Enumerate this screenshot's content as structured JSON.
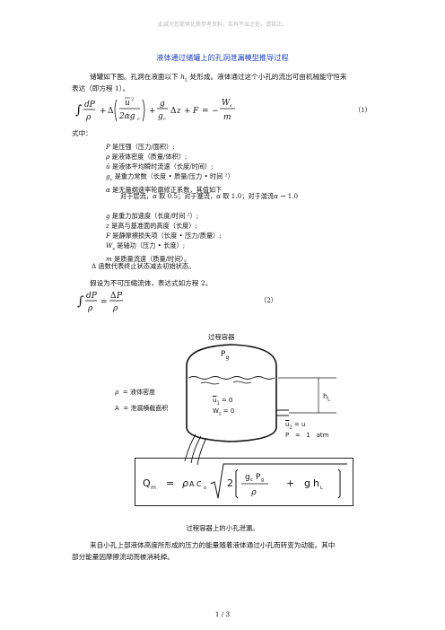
{
  "watermark": "此减为您提供优质参考资料，若有不当之处，请指正。",
  "title": "液体通过储罐上的孔洞泄漏模型推导过程",
  "intro": {
    "line1_a": "储罐如下图。孔洞在液面以下 ",
    "line1_hl": "h",
    "line1_sub": "L",
    "line1_b": " 处形成。液体通过这个小孔的流出可由机械能守恒来",
    "line2": "表达（即方程 1）。"
  },
  "eq1": {
    "number": "（1）"
  },
  "where_label": "式中：",
  "definitions": [
    {
      "sym": "P",
      "text": "是压强（压力/面积）;"
    },
    {
      "sym": "ρ",
      "text": "是液体密度（质量/体积）;"
    },
    {
      "sym": "ū",
      "text": "是液体平均瞬时流速（长度/时间）;"
    },
    {
      "sym": "g",
      "sub": "c",
      "text": "是重力常数（长度 • 质量/压力 • 时间 ²）"
    },
    {
      "sym": "α",
      "text": "是无量纲速率轮廓修正系数，其值如下"
    }
  ],
  "alpha_line": {
    "a": "对于层流，",
    "b": " 取 0.5；对于塞流，",
    "c": " 取 1.0；对于湍流",
    "d": " → 1.0"
  },
  "definitions2": [
    {
      "sym": "g",
      "text": "是重力加速度（长度/时间 ²）;"
    },
    {
      "sym": "z",
      "text": "是高与基准面的高度（长度）;"
    },
    {
      "sym": "F",
      "text": "是静摩擦损失项（长度 • 压力/质量）;"
    },
    {
      "sym": "W",
      "sub": "s",
      "text": "是轴功（压力 • 长度）;"
    },
    {
      "sym": "m",
      "text": "是质量流速（质量/时间）。"
    }
  ],
  "delta_line": "函数代表终止状态减去初始状态。",
  "assume": "假设为不可压缩流体，表达式如方程 2。",
  "eq2": {
    "number": "（2）"
  },
  "diagram": {
    "title": "过程容器",
    "legend_rho": "=  液体密度",
    "legend_A": "=  泄漏横截面积",
    "label_pg": "P",
    "label_pg_sub": "g",
    "label_u1": "u",
    "label_u1_sub": "1",
    "label_u1_val": "=  0",
    "label_ws": "W",
    "label_ws_sub": "s",
    "label_ws_val": "=  0",
    "label_hl": "h",
    "label_hl_sub": "L",
    "label_u2": "u",
    "label_u2_sub": "2",
    "label_u2_val": "=  u",
    "label_p": "P   =   1   atm"
  },
  "caption": "过程容器上的小孔泄漏。",
  "outro": {
    "line1": "来自小孔上部液体高度所形成的压力的能量随着液体通过小孔而转变为动能。其中",
    "line2": "部分能量因摩擦流动而被消耗掉。"
  },
  "page_number": "1  /  3"
}
